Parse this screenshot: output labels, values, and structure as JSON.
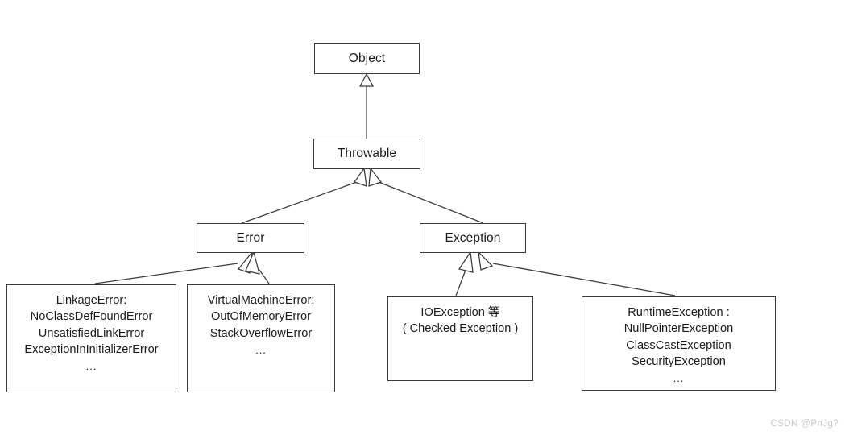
{
  "diagram": {
    "title": "Java Throwable class hierarchy",
    "background_color": "#ffffff",
    "line_color": "#3a3a3a",
    "text_color": "#1b1b1b",
    "nodes": {
      "object": {
        "label": "Object"
      },
      "throwable": {
        "label": "Throwable"
      },
      "error": {
        "label": "Error"
      },
      "exception": {
        "label": "Exception"
      },
      "linkage_error": {
        "lines": [
          "LinkageError:",
          "NoClassDefFoundError",
          "UnsatisfiedLinkError",
          "ExceptionInInitializerError",
          "..."
        ]
      },
      "virtual_machine_error": {
        "lines": [
          "VirtualMachineError:",
          "OutOfMemoryError",
          "StackOverflowError",
          "..."
        ]
      },
      "io_exception": {
        "lines": [
          "IOException 等",
          "( Checked Exception )"
        ]
      },
      "runtime_exception": {
        "lines": [
          "RuntimeException :",
          "NullPointerException",
          "ClassCastException",
          "SecurityException",
          "..."
        ]
      }
    }
  },
  "watermark": {
    "text": "CSDN @PnJg?",
    "color": "#c9c9c9"
  }
}
